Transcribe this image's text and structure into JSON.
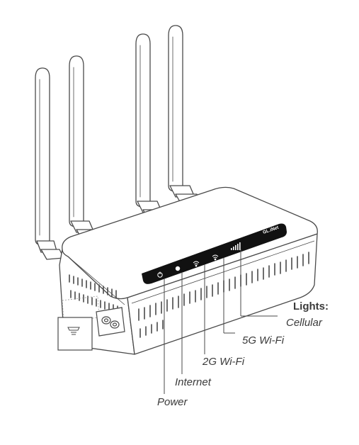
{
  "diagram": {
    "title": "Lights:",
    "labels": {
      "cellular": "Cellular",
      "wifi5g": "5G Wi-Fi",
      "wifi2g": "2G Wi-Fi",
      "internet": "Internet",
      "power": "Power"
    },
    "panel_text": "GL.iNet",
    "colors": {
      "line": "#4a4a4a",
      "panel": "#111111",
      "body": "#ffffff"
    }
  }
}
